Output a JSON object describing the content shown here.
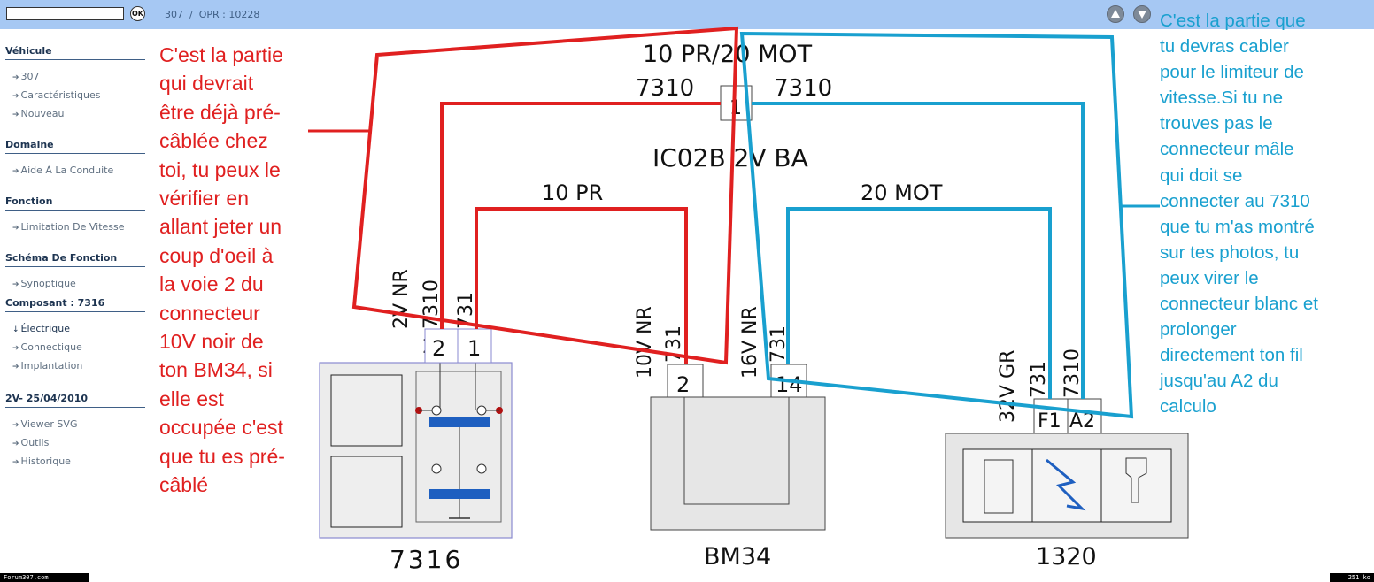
{
  "toolbar": {
    "search_value": "",
    "ok_label": "OK",
    "breadcrumb": "307  /  OPR : 10228"
  },
  "sidebar": {
    "sections": [
      {
        "title": "Véhicule",
        "items": [
          "307",
          "Caractéristiques",
          "Nouveau"
        ]
      },
      {
        "title": "Domaine",
        "items": [
          "Aide À La Conduite"
        ]
      },
      {
        "title": "Fonction",
        "items": [
          "Limitation De Vitesse"
        ]
      },
      {
        "title": "Schéma De Fonction",
        "items": [
          "Synoptique"
        ]
      },
      {
        "title": "Composant : 7316",
        "items": [
          "Électrique",
          "Connectique",
          "Implantation"
        ]
      },
      {
        "title": "2V- 25/04/2010",
        "items": [
          "Viewer SVG",
          "Outils",
          "Historique"
        ]
      }
    ]
  },
  "diagram": {
    "header_label": "10 PR/20 MOT",
    "wire_7310_left": "7310",
    "wire_7310_right": "7310",
    "top_pin": "1",
    "connector_label": "IC02B 2V BA",
    "wire_10pr": "10 PR",
    "wire_20mot": "20 MOT",
    "c7316_conn": "2V NR",
    "c7316_wire_a": "7310",
    "c7316_wire_b": "731",
    "c7316_pin_a": "2",
    "c7316_pin_b": "1",
    "bm34_conn_a": "10V NR",
    "bm34_wire_a": "731",
    "bm34_pin_a": "2",
    "bm34_conn_b": "16V NR",
    "bm34_wire_b": "731",
    "bm34_pin_b": "14",
    "c1320_conn": "32V GR",
    "c1320_wire_a": "731",
    "c1320_wire_b": "7310",
    "c1320_pin_a": "F1",
    "c1320_pin_b": "A2",
    "label_7316": "7316",
    "label_bm34": "BM34",
    "label_1320": "1320"
  },
  "annotations": {
    "left_lines": [
      "C'est la partie",
      "qui devrait",
      "être déjà pré-",
      "câblée chez",
      "toi, tu peux le",
      "vérifier en",
      "allant jeter un",
      "coup d'oeil à",
      "la voie 2 du",
      "connecteur",
      "10V noir de",
      "ton BM34, si",
      "elle est",
      "occupée c'est",
      "que tu es pré-",
      "câblé"
    ],
    "right_lines": [
      "C'est la partie que",
      "tu devras cabler",
      "pour le limiteur de",
      "vitesse.Si tu ne",
      "trouves pas le",
      "connecteur mâle",
      "qui doit se",
      "connecter au 7310",
      "que tu m'as montré",
      "sur tes photos, tu",
      "peux virer le",
      "connecteur blanc et",
      "prolonger",
      "directement ton fil",
      "jusqu'au A2 du",
      "calculo"
    ],
    "red_color": "#e02020",
    "blue_color": "#19a0cf"
  },
  "footer": {
    "left": "Forum307.com",
    "right": "251 ko"
  }
}
